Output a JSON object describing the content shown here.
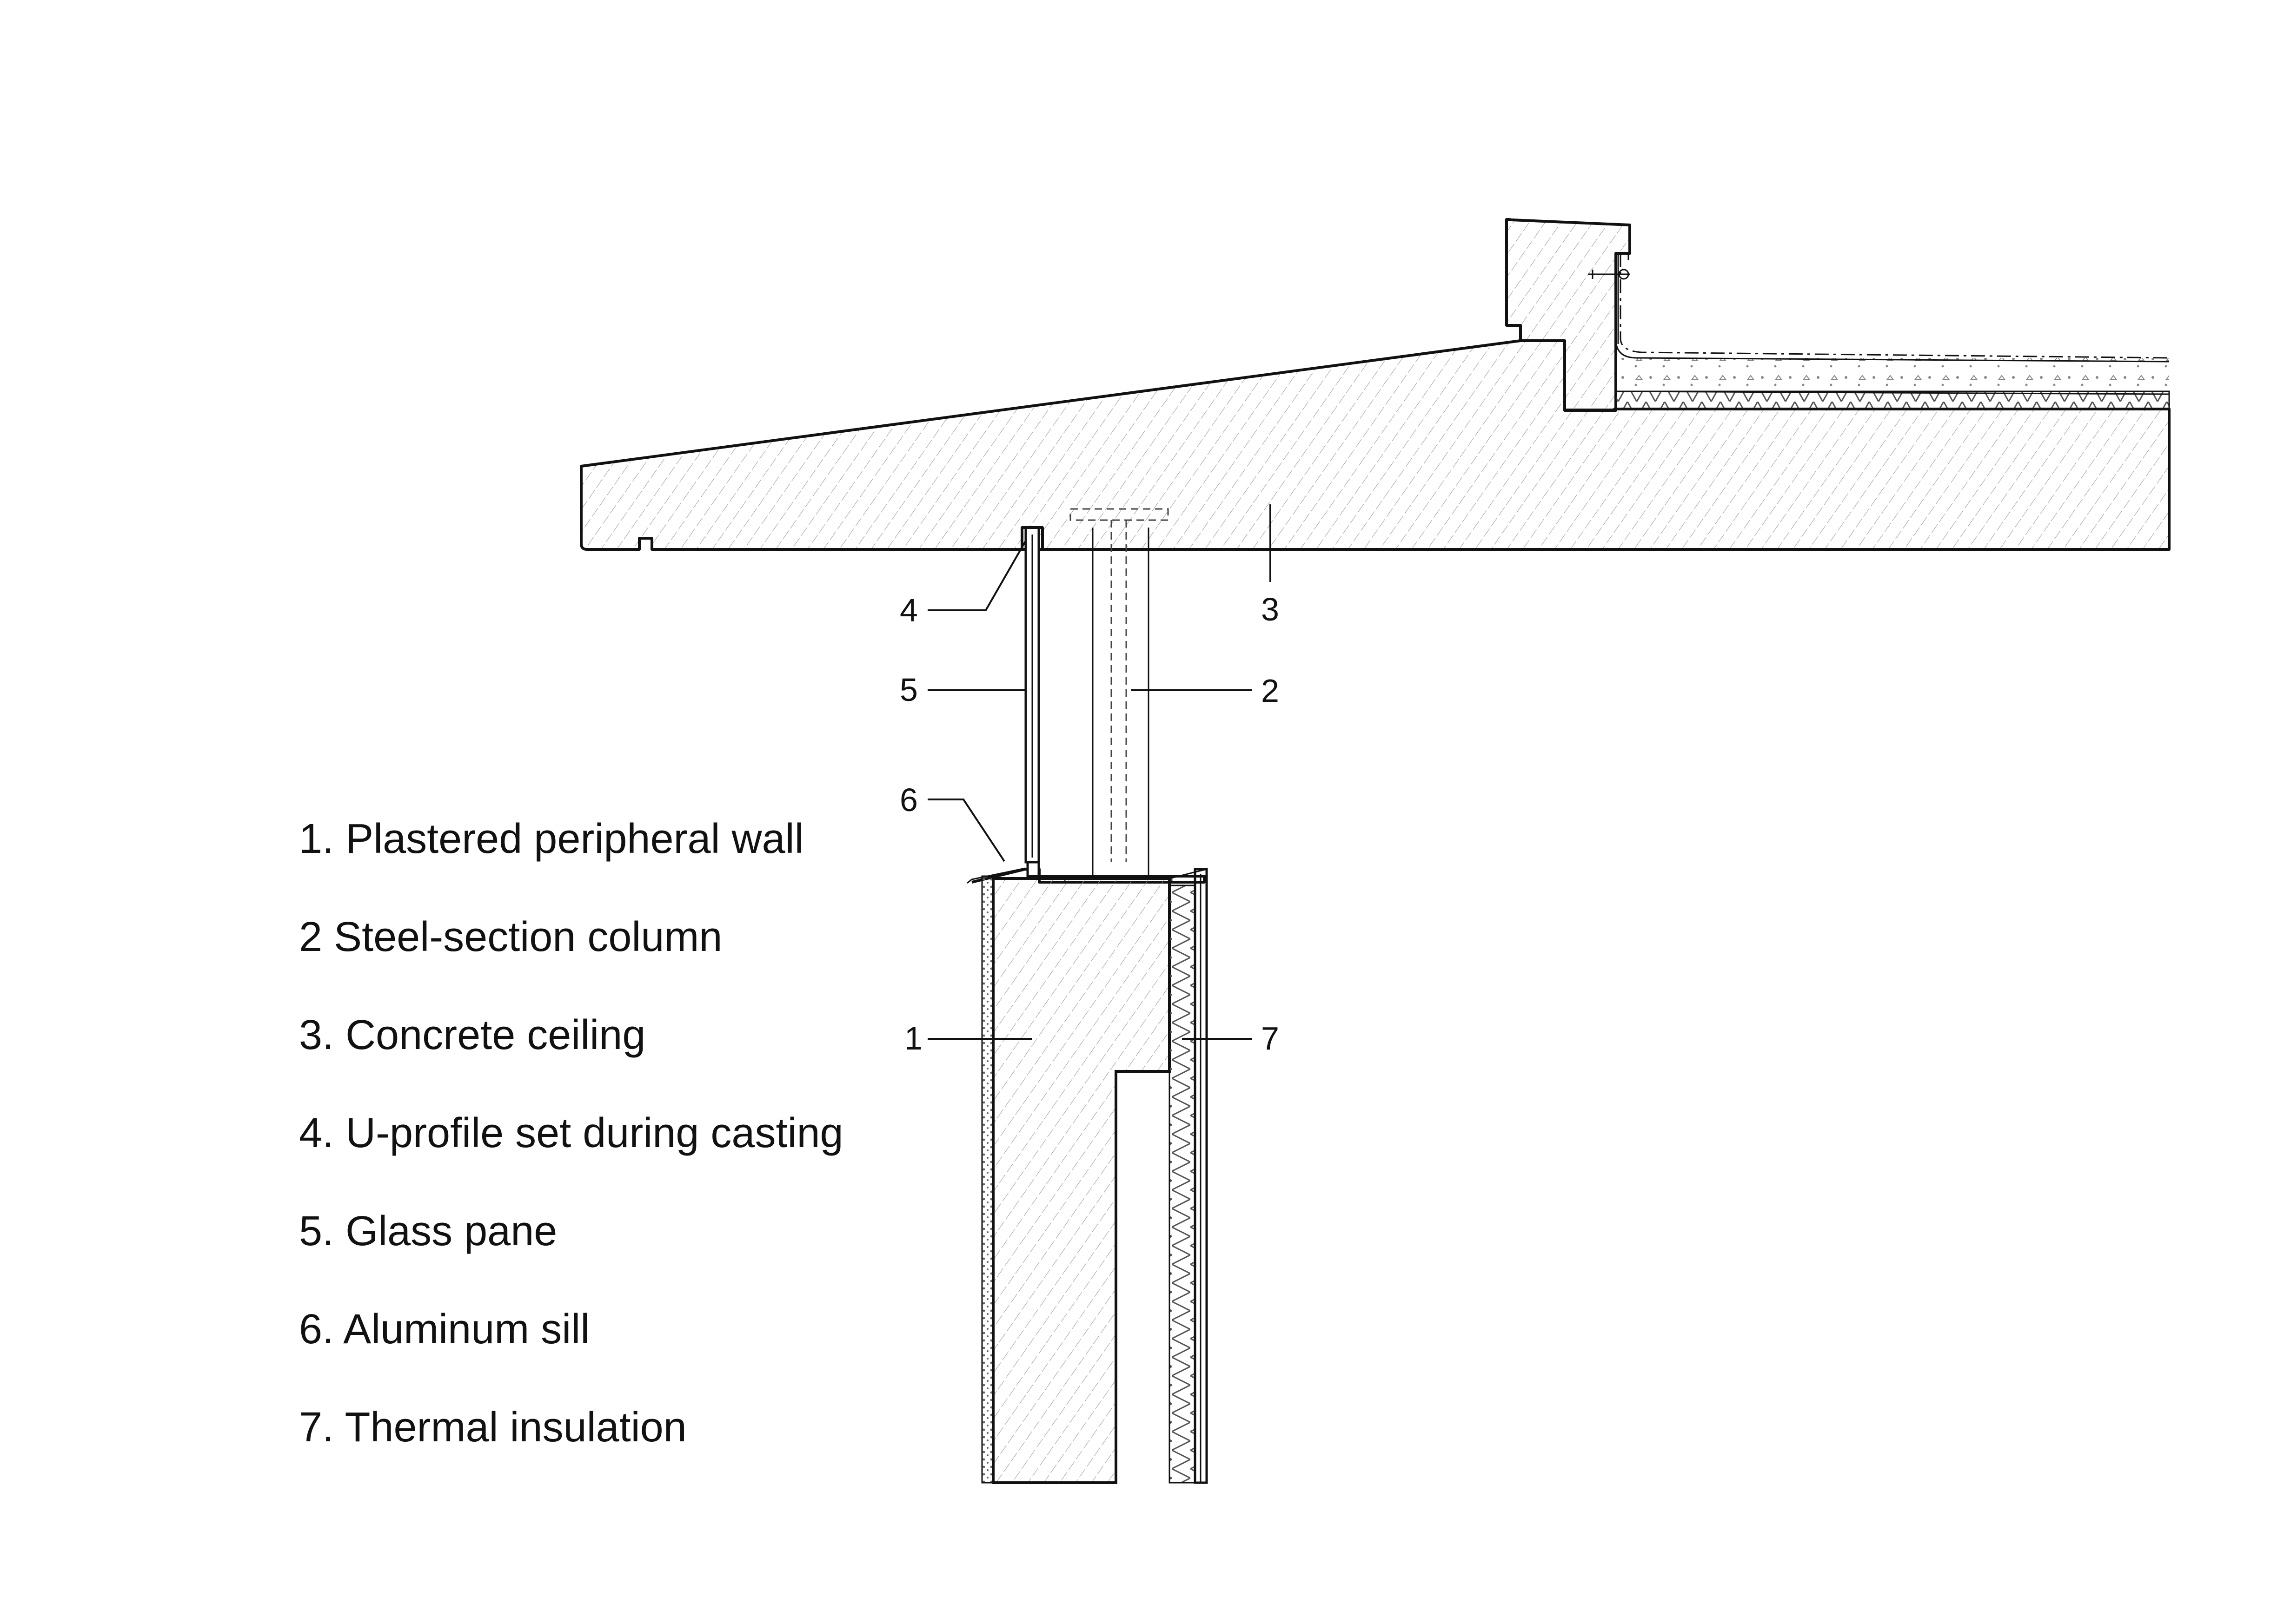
{
  "legend": [
    "1. Plastered peripheral wall",
    "2  Steel-section column",
    "3. Concrete ceiling",
    "4. U-profile set during casting",
    "5. Glass pane",
    "6. Aluminum sill",
    "7. Thermal insulation"
  ],
  "callouts": {
    "n1": "1",
    "n2": "2",
    "n3": "3",
    "n4": "4",
    "n5": "5",
    "n6": "6",
    "n7": "7"
  },
  "colors": {
    "line": "#111111",
    "hatch": "#8a8a8a",
    "background": "#ffffff"
  }
}
